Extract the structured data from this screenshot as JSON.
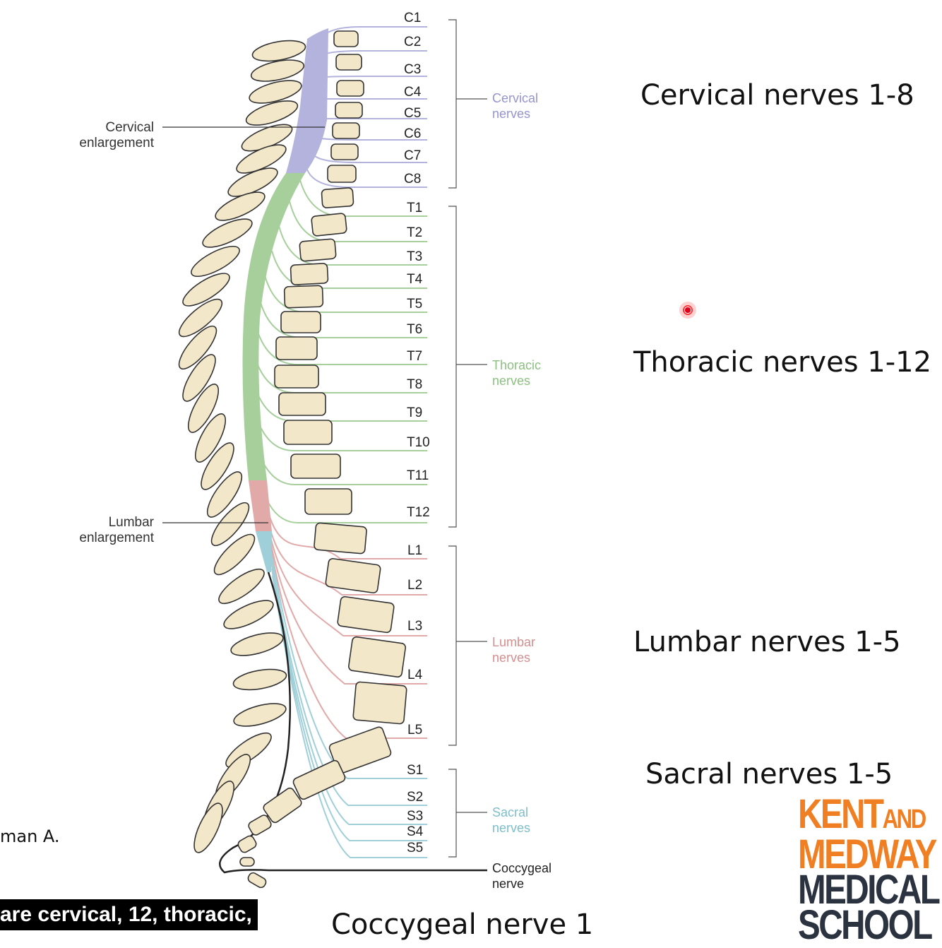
{
  "diagram": {
    "side_labels": {
      "cervical_enlargement": [
        "Cervical",
        "enlargement"
      ],
      "lumbar_enlargement": [
        "Lumbar",
        "enlargement"
      ]
    },
    "segments": {
      "cervical": [
        "C1",
        "C2",
        "C3",
        "C4",
        "C5",
        "C6",
        "C7",
        "C8"
      ],
      "thoracic": [
        "T1",
        "T2",
        "T3",
        "T4",
        "T5",
        "T6",
        "T7",
        "T8",
        "T9",
        "T10",
        "T11",
        "T12"
      ],
      "lumbar": [
        "L1",
        "L2",
        "L3",
        "L4",
        "L5"
      ],
      "sacral": [
        "S1",
        "S2",
        "S3",
        "S4",
        "S5"
      ]
    },
    "groups": {
      "cervical": [
        "Cervical",
        "nerves"
      ],
      "thoracic": [
        "Thoracic",
        "nerves"
      ],
      "lumbar": [
        "Lumbar",
        "nerves"
      ],
      "sacral": [
        "Sacral",
        "nerves"
      ],
      "coccygeal": [
        "Coccygeal",
        "nerve"
      ]
    },
    "colors": {
      "cervical": "#b3b3dd",
      "thoracic": "#a7cf9c",
      "lumbar": "#e2a9a9",
      "sacral": "#9fcfd8",
      "bone_fill": "#f3e7c9",
      "bone_stroke": "#333333"
    }
  },
  "headings": {
    "cervical": "Cervical nerves 1-8",
    "thoracic": "Thoracic nerves 1-12",
    "lumbar": "Lumbar nerves 1-5",
    "sacral": "Sacral nerves 1-5",
    "coccygeal": "Coccygeal nerve 1"
  },
  "credit": "man A.",
  "caption": "are cervical, 12, thoracic,",
  "logo": {
    "line1_a": "KENT",
    "line1_b": "AND",
    "line2": "MEDWAY",
    "line3": "MEDICAL",
    "line4": "SCHOOL",
    "orange": "#ef7f22",
    "navy": "#2b3240"
  }
}
